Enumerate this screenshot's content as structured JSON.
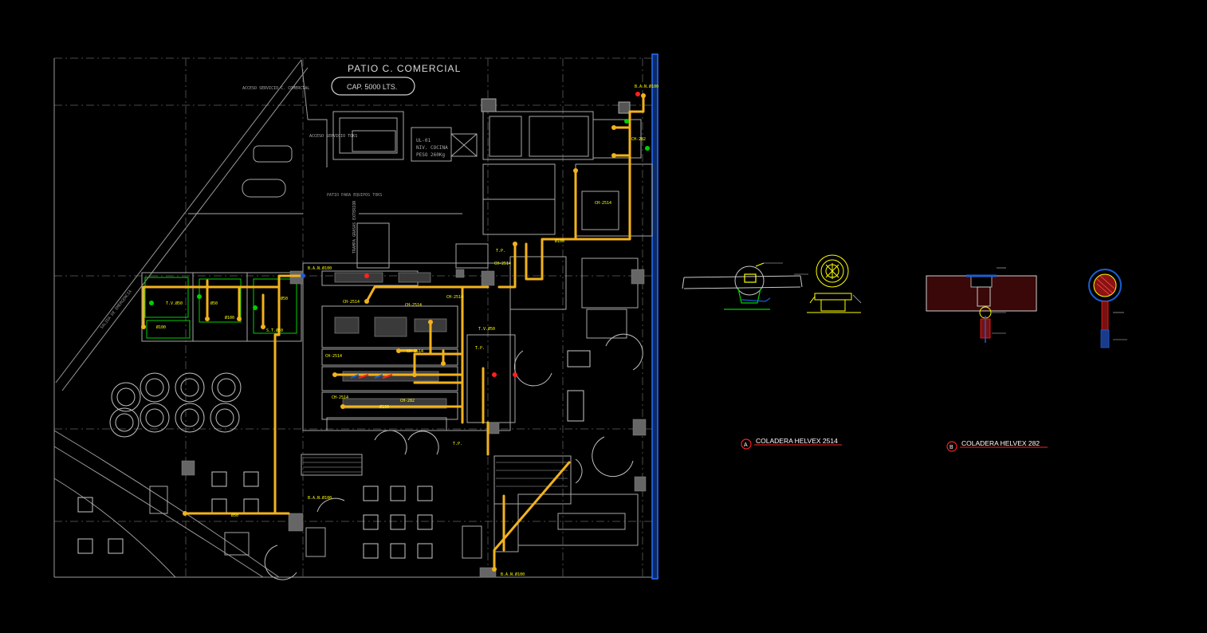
{
  "palette": {
    "background": "#000000",
    "linework": "#b8b8b8",
    "dim": "#6e6e6e",
    "drain": "#f2b21c",
    "label": "#ffff00",
    "green": "#00d000",
    "red": "#ff2020",
    "blue": "#1a5fd6",
    "border": "#2a6fff"
  },
  "plan": {
    "title": "PATIO C. COMERCIAL",
    "tank_label": "CAP. 5000 LTS.",
    "access_label": "ACCESO SERVICIO C. COMERCIAL",
    "service_access": "ACCESO SERVICIO TOKS",
    "equipment_unit": [
      "UL-01",
      "NIV. COCINA",
      "PESO 260Kg"
    ],
    "patio_label": "PATIO PARA EQUIPOS TOKS",
    "grease_trap": "TRAMPA GRASAS EXTERIOR",
    "exit_label": "SALIDA DE EMERGENCIA",
    "drain_tags": [
      "B.A.N.Ø100",
      "B.A.N.Ø100",
      "B.A.N.Ø100",
      "B.A.N.Ø100",
      "T.P.",
      "T.P.",
      "T.P.",
      "CH-2514",
      "CH-2514",
      "CH-2514",
      "CH-2514",
      "CH-2514",
      "CH-2514",
      "CH-2514",
      "CH-2514",
      "CH-282",
      "CH-282",
      "S.T.Ø50",
      "T.V.Ø50",
      "T.V.Ø50",
      "Ø50",
      "Ø50",
      "Ø50",
      "Ø100",
      "Ø100",
      "Ø100",
      "Ø100"
    ]
  },
  "details": {
    "a_marker": "A",
    "a_title": "COLADERA HELVEX 2514",
    "b_marker": "B",
    "b_title": "COLADERA HELVEX 282"
  }
}
